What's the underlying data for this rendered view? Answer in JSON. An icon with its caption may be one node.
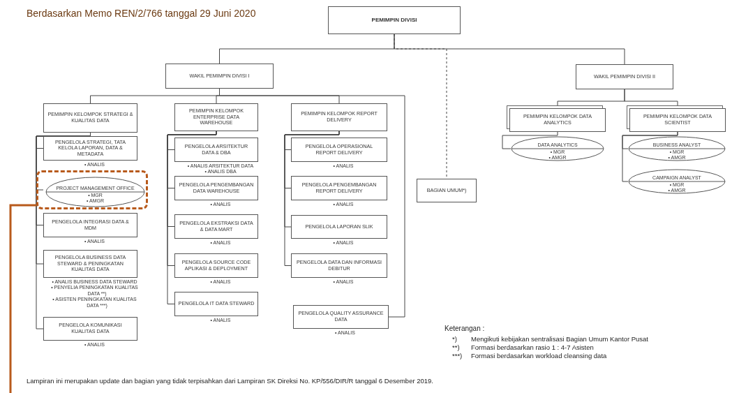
{
  "diagram": {
    "nodes": [
      {
        "text": [
          "PEMIMPIN DIVISI"
        ]
      },
      {
        "text": [
          "WAKIL PEMIMPIN DIVISI I"
        ]
      },
      {
        "text": [
          "WAKIL PEMIMPIN DIVISI II"
        ]
      },
      {
        "text": [
          "BAGIAN UMUM*)"
        ]
      },
      {
        "text": [
          "PEMIMPIN KELOMPOK STRATEGI & KUALITAS DATA"
        ]
      },
      {
        "text": [
          "PEMIMPIN KELOMPOK ENTERPRISE DATA WAREHOUSE"
        ]
      },
      {
        "text": [
          "PEMIMPIN KELOMPOK REPORT DELIVERY"
        ]
      },
      {
        "text": [
          "PEMIMPIN KELOMPOK DATA ANALYTICS"
        ]
      },
      {
        "text": [
          "PEMIMPIN KELOMPOK DATA SCIENTIST"
        ]
      },
      {
        "text": [
          "PENGELOLA STRATEGI, TATA KELOLA LAPORAN, DATA & METADATA"
        ],
        "beside": [
          "• ANALIS"
        ]
      },
      {
        "text": [],
        "shape": "box"
      },
      {
        "text": [
          "PROJECT MANAGEMENT OFFICE",
          "• MGR",
          "• AMGR"
        ],
        "in": 10
      },
      {
        "text": [
          "PENGELOLA INTEGRASI DATA & MDM"
        ],
        "beside": [
          "• ANALIS"
        ]
      },
      {
        "text": [
          "PENGELOLA BUSINESS DATA STEWARD & PENINGKATAN KUALITAS DATA"
        ],
        "beside": [
          "• ANALIS BUSINESS DATA STEWARD",
          "• PENYELIA PENINGKATAN KUALITAS DATA **)",
          "• ASISTEN PENINGKATAN KUALITAS DATA ***)"
        ]
      },
      {
        "text": [
          "PENGELOLA KOMUNIKASI KUALITAS DATA"
        ],
        "beside": [
          "• ANALIS"
        ]
      },
      {
        "text": [
          "PENGELOLA ARSITEKTUR DATA & DBA"
        ],
        "beside": [
          "• ANALIS ARSITEKTUR DATA",
          "• ANALIS DBA"
        ]
      },
      {
        "text": [
          "PENGELOLA PENGEMBANGAN DATA WAREHOUSE"
        ],
        "beside": [
          "• ANALIS"
        ]
      },
      {
        "text": [
          "PENGELOLA EKSTRAKSI DATA & DATA MART"
        ],
        "beside": [
          "• ANALIS"
        ]
      },
      {
        "text": [
          "PENGELOLA SOURCE CODE APLIKASI & DEPLOYMENT"
        ],
        "beside": [
          "• ANALIS"
        ]
      },
      {
        "text": [
          "PENGELOLA IT DATA STEWARD"
        ],
        "beside": [
          "• ANALIS"
        ]
      },
      {
        "text": [
          "PENGELOLA OPERASIONAL REPORT DELIVERY"
        ],
        "beside": [
          "• ANALIS"
        ]
      },
      {
        "text": [
          "PENGELOLA PENGEMBANGAN REPORT DELIVERY"
        ],
        "beside": [
          "• ANALIS"
        ]
      },
      {
        "text": [
          "PENGELOLA LAPORAN SLIK"
        ],
        "beside": [
          "• ANALIS"
        ]
      },
      {
        "text": [
          "PENGELOLA DATA DAN INFORMASI DEBITUR"
        ],
        "beside": [
          "• ANALIS"
        ]
      },
      {
        "text": [
          "PENGELOLA QUALITY ASSURANCE DATA"
        ],
        "beside": [
          "• ANALIS"
        ]
      },
      {
        "text": [
          "DATA ANALYTICS",
          "• MGR",
          "• AMGR"
        ]
      },
      {
        "text": [
          "BUSINESS ANALYST",
          "• MGR",
          "• AMGR"
        ]
      },
      {
        "text": [
          "CAMPAIGN ANALYST",
          "• MGR",
          "• AMGR"
        ]
      }
    ],
    "edges": [
      {
        "from": 0,
        "to": 1,
        "arrow": "none"
      },
      {
        "from": 0,
        "to": 2,
        "arrow": "none"
      },
      {
        "from": 0,
        "to": 3,
        "arrow": "none",
        "style": "dashed"
      },
      {
        "from": 1,
        "to": 4,
        "arrow": "none"
      },
      {
        "from": 1,
        "to": 5,
        "arrow": "none"
      },
      {
        "from": 1,
        "to": 6,
        "arrow": "none"
      },
      {
        "from": 1,
        "to": 24,
        "arrow": "none"
      },
      {
        "from": 2,
        "to": 7,
        "arrow": "none"
      },
      {
        "from": 2,
        "to": 8,
        "arrow": "none"
      },
      {
        "from": 4,
        "to": 9,
        "arrow": "none"
      },
      {
        "from": 4,
        "to": 11,
        "arrow": "none"
      },
      {
        "from": 4,
        "to": 12,
        "arrow": "none"
      },
      {
        "from": 4,
        "to": 13,
        "arrow": "none"
      },
      {
        "from": 4,
        "to": 14,
        "arrow": "none"
      },
      {
        "from": 5,
        "to": 15,
        "arrow": "none"
      },
      {
        "from": 5,
        "to": 16,
        "arrow": "none"
      },
      {
        "from": 5,
        "to": 17,
        "arrow": "none"
      },
      {
        "from": 5,
        "to": 18,
        "arrow": "none"
      },
      {
        "from": 5,
        "to": 19,
        "arrow": "none"
      },
      {
        "from": 6,
        "to": 20,
        "arrow": "none"
      },
      {
        "from": 6,
        "to": 21,
        "arrow": "none"
      },
      {
        "from": 6,
        "to": 22,
        "arrow": "none"
      },
      {
        "from": 6,
        "to": 23,
        "arrow": "none"
      },
      {
        "from": 7,
        "to": 25,
        "arrow": "none"
      },
      {
        "from": 8,
        "to": 26,
        "arrow": "none"
      },
      {
        "from": 8,
        "to": 27,
        "arrow": "none"
      },
      {
        "from": null,
        "to": 10,
        "arrow": "none",
        "style": "thick",
        "color": "#b85a1c"
      }
    ],
    "labels": [
      "Berdasarkan Memo REN/2/766 tanggal 29 Juni 2020",
      "Keterangan :",
      "*)",
      "Mengikuti kebijakan sentralisasi Bagian Umum Kantor Pusat",
      "**)",
      "Formasi berdasarkan rasio 1 : 4-7 Asisten",
      "***)",
      "Formasi berdasarkan workload cleansing data",
      "Lampiran ini merupakan update dan bagian yang tidak terpisahkan dari Lampiran SK Direksi No. KP/556/DIR/R tanggal 6 Desember 2019."
    ]
  }
}
